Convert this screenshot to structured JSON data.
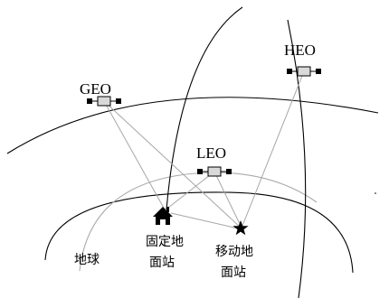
{
  "satellites": {
    "geo": {
      "label": "GEO"
    },
    "leo": {
      "label": "LEO"
    },
    "heo": {
      "label": "HEO"
    }
  },
  "ground": {
    "earth_label": "地球",
    "fixed_station": {
      "line1": "固定地",
      "line2": "面站",
      "icon": "house-icon"
    },
    "mobile_station": {
      "line1": "移动地",
      "line2": "面站",
      "icon": "star-icon"
    }
  },
  "colors": {
    "orbit": "#000000",
    "leo_orbit": "#aaaaaa",
    "link": "#a6a6a6",
    "satellite_body": "#d9d9d9",
    "satellite_panel": "#000000"
  }
}
